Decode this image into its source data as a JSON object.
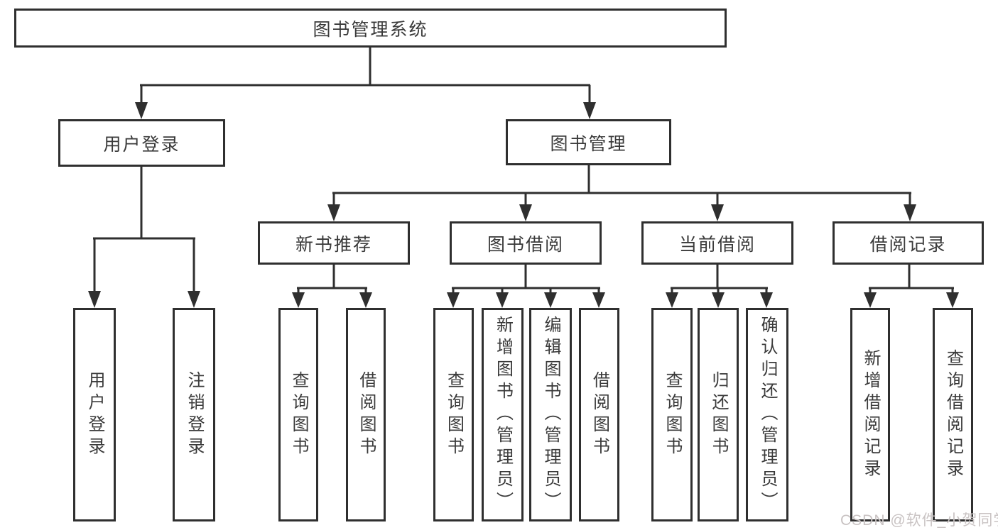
{
  "colors": {
    "line_color": "#2f2f2f",
    "text_color": "#3a3a3a",
    "bg_color": "#ffffff",
    "watermark_color": "#c9c3c3"
  },
  "watermark": "CSDN @软件_小贺同学",
  "chart_data": {
    "type": "diagram",
    "diagram_kind": "hierarchy-tree",
    "title": "图书管理系统"
  },
  "tree": {
    "label": "图书管理系统",
    "children": [
      {
        "label": "用户登录",
        "children": [
          {
            "label": "用户登录"
          },
          {
            "label": "注销登录"
          }
        ]
      },
      {
        "label": "图书管理",
        "children": [
          {
            "label": "新书推荐",
            "children": [
              {
                "label": "查询图书"
              },
              {
                "label": "借阅图书"
              }
            ]
          },
          {
            "label": "图书借阅",
            "children": [
              {
                "label": "查询图书"
              },
              {
                "label": "新增图书（管理员）"
              },
              {
                "label": "编辑图书（管理员）"
              },
              {
                "label": "借阅图书"
              }
            ]
          },
          {
            "label": "当前借阅",
            "children": [
              {
                "label": "查询图书"
              },
              {
                "label": "归还图书"
              },
              {
                "label": "确认归还（管理员）"
              }
            ]
          },
          {
            "label": "借阅记录",
            "children": [
              {
                "label": "新增借阅记录"
              },
              {
                "label": "查询借阅记录"
              }
            ]
          }
        ]
      }
    ]
  }
}
